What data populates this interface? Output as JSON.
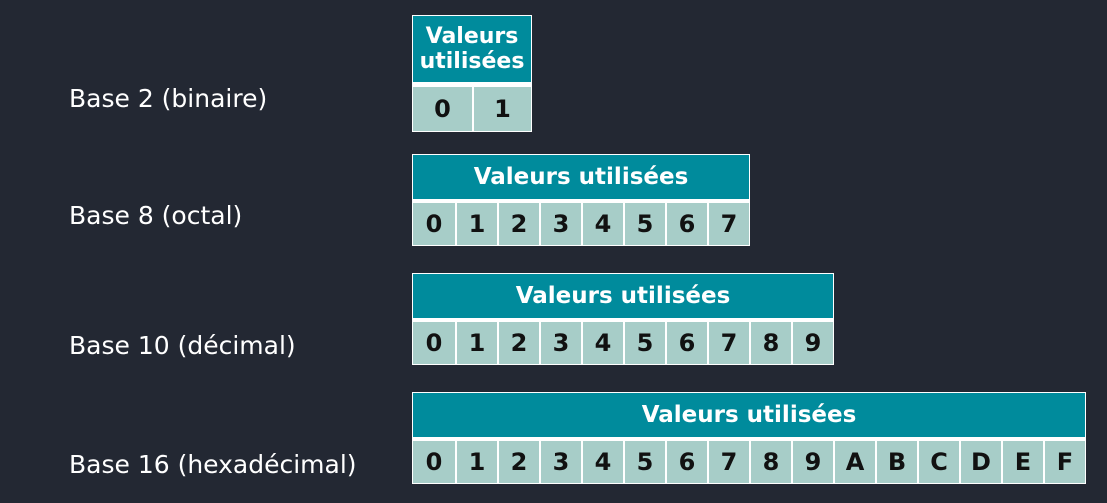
{
  "rows": [
    {
      "label": "Base 2 (binaire)",
      "header": "Valeurs utilisées",
      "values": [
        "0",
        "1"
      ]
    },
    {
      "label": "Base 8 (octal)",
      "header": "Valeurs utilisées",
      "values": [
        "0",
        "1",
        "2",
        "3",
        "4",
        "5",
        "6",
        "7"
      ]
    },
    {
      "label": "Base 10 (décimal)",
      "header": "Valeurs utilisées",
      "values": [
        "0",
        "1",
        "2",
        "3",
        "4",
        "5",
        "6",
        "7",
        "8",
        "9"
      ]
    },
    {
      "label": "Base 16 (hexadécimal)",
      "header": "Valeurs utilisées",
      "values": [
        "0",
        "1",
        "2",
        "3",
        "4",
        "5",
        "6",
        "7",
        "8",
        "9",
        "A",
        "B",
        "C",
        "D",
        "E",
        "F"
      ]
    }
  ],
  "colors": {
    "background": "#232833",
    "header": "#008b9c",
    "cell": "#a7cdc8",
    "label_text": "#ffffff"
  }
}
